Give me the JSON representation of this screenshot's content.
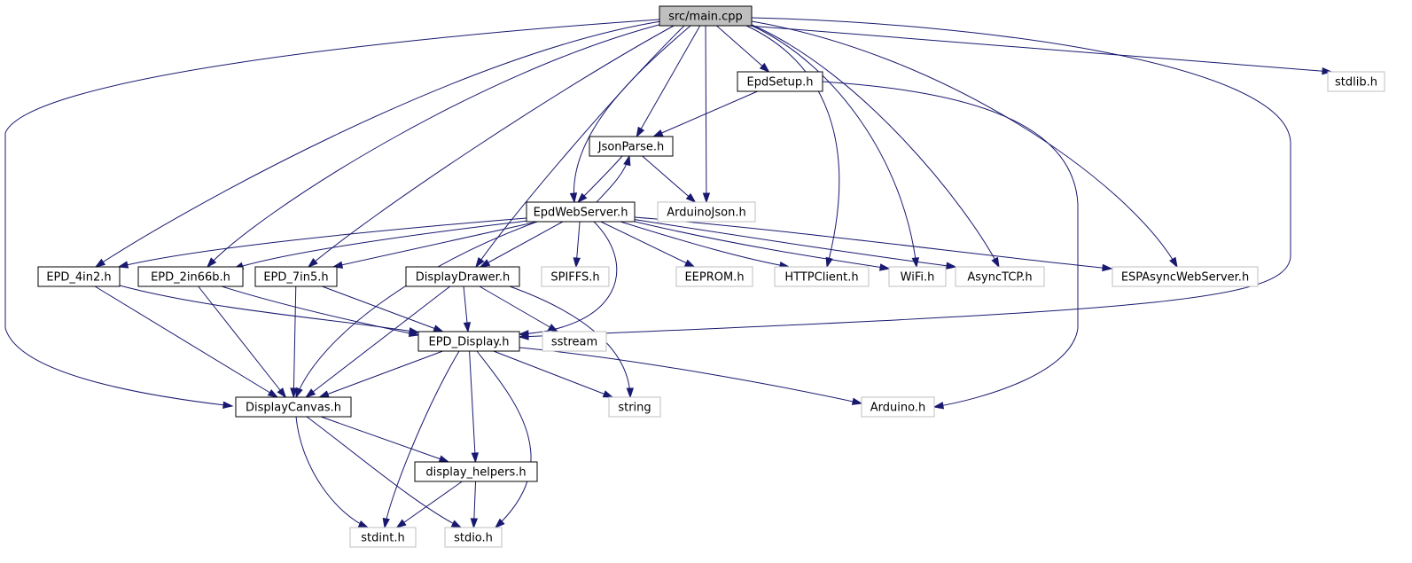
{
  "colors": {
    "edge": "#191970",
    "root_fill": "#bfbfbf",
    "root_border": "#000000",
    "local_border": "#000000",
    "external_border": "#bfbfbf",
    "background": "#ffffff"
  },
  "nodes": [
    {
      "id": "main",
      "label": "src/main.cpp",
      "kind": "root"
    },
    {
      "id": "epdsetup",
      "label": "EpdSetup.h",
      "kind": "local"
    },
    {
      "id": "stdlib",
      "label": "stdlib.h",
      "kind": "external"
    },
    {
      "id": "jsonparse",
      "label": "JsonParse.h",
      "kind": "local"
    },
    {
      "id": "epdwebserver",
      "label": "EpdWebServer.h",
      "kind": "local"
    },
    {
      "id": "arduinojson",
      "label": "ArduinoJson.h",
      "kind": "external"
    },
    {
      "id": "epd4in2",
      "label": "EPD_4in2.h",
      "kind": "local"
    },
    {
      "id": "epd2in66b",
      "label": "EPD_2in66b.h",
      "kind": "local"
    },
    {
      "id": "epd7in5",
      "label": "EPD_7in5.h",
      "kind": "local"
    },
    {
      "id": "displaydrawer",
      "label": "DisplayDrawer.h",
      "kind": "local"
    },
    {
      "id": "spiffs",
      "label": "SPIFFS.h",
      "kind": "external"
    },
    {
      "id": "eeprom",
      "label": "EEPROM.h",
      "kind": "external"
    },
    {
      "id": "httpclient",
      "label": "HTTPClient.h",
      "kind": "external"
    },
    {
      "id": "wifi",
      "label": "WiFi.h",
      "kind": "external"
    },
    {
      "id": "asynctcp",
      "label": "AsyncTCP.h",
      "kind": "external"
    },
    {
      "id": "espasyncwebserver",
      "label": "ESPAsyncWebServer.h",
      "kind": "external"
    },
    {
      "id": "epddisplay",
      "label": "EPD_Display.h",
      "kind": "local"
    },
    {
      "id": "sstream",
      "label": "sstream",
      "kind": "external"
    },
    {
      "id": "displaycanvas",
      "label": "DisplayCanvas.h",
      "kind": "local"
    },
    {
      "id": "string",
      "label": "string",
      "kind": "external"
    },
    {
      "id": "arduino",
      "label": "Arduino.h",
      "kind": "external"
    },
    {
      "id": "displayhelpers",
      "label": "display_helpers.h",
      "kind": "local"
    },
    {
      "id": "stdint",
      "label": "stdint.h",
      "kind": "external"
    },
    {
      "id": "stdio",
      "label": "stdio.h",
      "kind": "external"
    }
  ],
  "edges": [
    [
      "main",
      "epdsetup"
    ],
    [
      "main",
      "stdlib"
    ],
    [
      "main",
      "jsonparse"
    ],
    [
      "main",
      "epdwebserver"
    ],
    [
      "main",
      "arduinojson"
    ],
    [
      "main",
      "epd4in2"
    ],
    [
      "main",
      "epd2in66b"
    ],
    [
      "main",
      "epd7in5"
    ],
    [
      "main",
      "displaydrawer"
    ],
    [
      "main",
      "httpclient"
    ],
    [
      "main",
      "wifi"
    ],
    [
      "main",
      "asynctcp"
    ],
    [
      "main",
      "espasyncwebserver"
    ],
    [
      "main",
      "epddisplay"
    ],
    [
      "main",
      "displaycanvas"
    ],
    [
      "epdsetup",
      "jsonparse"
    ],
    [
      "epdsetup",
      "arduino"
    ],
    [
      "jsonparse",
      "epdwebserver"
    ],
    [
      "jsonparse",
      "arduinojson"
    ],
    [
      "epdwebserver",
      "jsonparse"
    ],
    [
      "epdwebserver",
      "epd4in2"
    ],
    [
      "epdwebserver",
      "epd2in66b"
    ],
    [
      "epdwebserver",
      "epd7in5"
    ],
    [
      "epdwebserver",
      "displaydrawer"
    ],
    [
      "epdwebserver",
      "spiffs"
    ],
    [
      "epdwebserver",
      "eeprom"
    ],
    [
      "epdwebserver",
      "httpclient"
    ],
    [
      "epdwebserver",
      "wifi"
    ],
    [
      "epdwebserver",
      "asynctcp"
    ],
    [
      "epdwebserver",
      "espasyncwebserver"
    ],
    [
      "epdwebserver",
      "epddisplay"
    ],
    [
      "epdwebserver",
      "displaycanvas"
    ],
    [
      "epd4in2",
      "epddisplay"
    ],
    [
      "epd4in2",
      "displaycanvas"
    ],
    [
      "epd2in66b",
      "epddisplay"
    ],
    [
      "epd2in66b",
      "displaycanvas"
    ],
    [
      "epd7in5",
      "epddisplay"
    ],
    [
      "epd7in5",
      "displaycanvas"
    ],
    [
      "displaydrawer",
      "epddisplay"
    ],
    [
      "displaydrawer",
      "sstream"
    ],
    [
      "displaydrawer",
      "displaycanvas"
    ],
    [
      "displaydrawer",
      "string"
    ],
    [
      "epddisplay",
      "displaycanvas"
    ],
    [
      "epddisplay",
      "string"
    ],
    [
      "epddisplay",
      "arduino"
    ],
    [
      "epddisplay",
      "displayhelpers"
    ],
    [
      "epddisplay",
      "stdint"
    ],
    [
      "epddisplay",
      "stdio"
    ],
    [
      "displaycanvas",
      "displayhelpers"
    ],
    [
      "displaycanvas",
      "stdint"
    ],
    [
      "displaycanvas",
      "stdio"
    ],
    [
      "displayhelpers",
      "stdint"
    ],
    [
      "displayhelpers",
      "stdio"
    ]
  ]
}
